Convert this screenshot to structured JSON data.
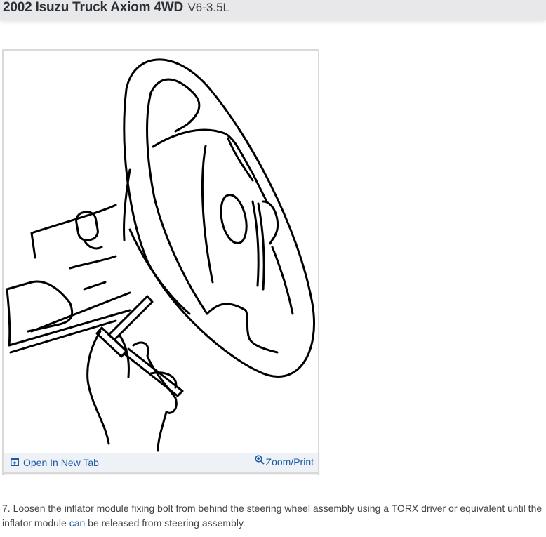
{
  "header": {
    "title": "2002 Isuzu Truck Axiom 4WD",
    "engine": "V6-3.5L",
    "background": "#e8e8ea"
  },
  "figure": {
    "alt": "Line drawing of hands using a TORX driver behind a steering wheel assembly",
    "footer": {
      "open_tab_label": "Open In New Tab",
      "open_tab_icon": "open-in-new-tab-icon",
      "zoom_label": "Zoom/Print",
      "zoom_icon": "zoom-in-magnifier-icon",
      "link_color": "#1a5aa6",
      "background": "#eef1f6"
    }
  },
  "step": {
    "before_link": " 7. Loosen the inflator module fixing bolt from behind the steering wheel assembly using a TORX driver or equivalent until the inflator module ",
    "link_text": "can",
    "after_link": " be released from steering assembly."
  }
}
